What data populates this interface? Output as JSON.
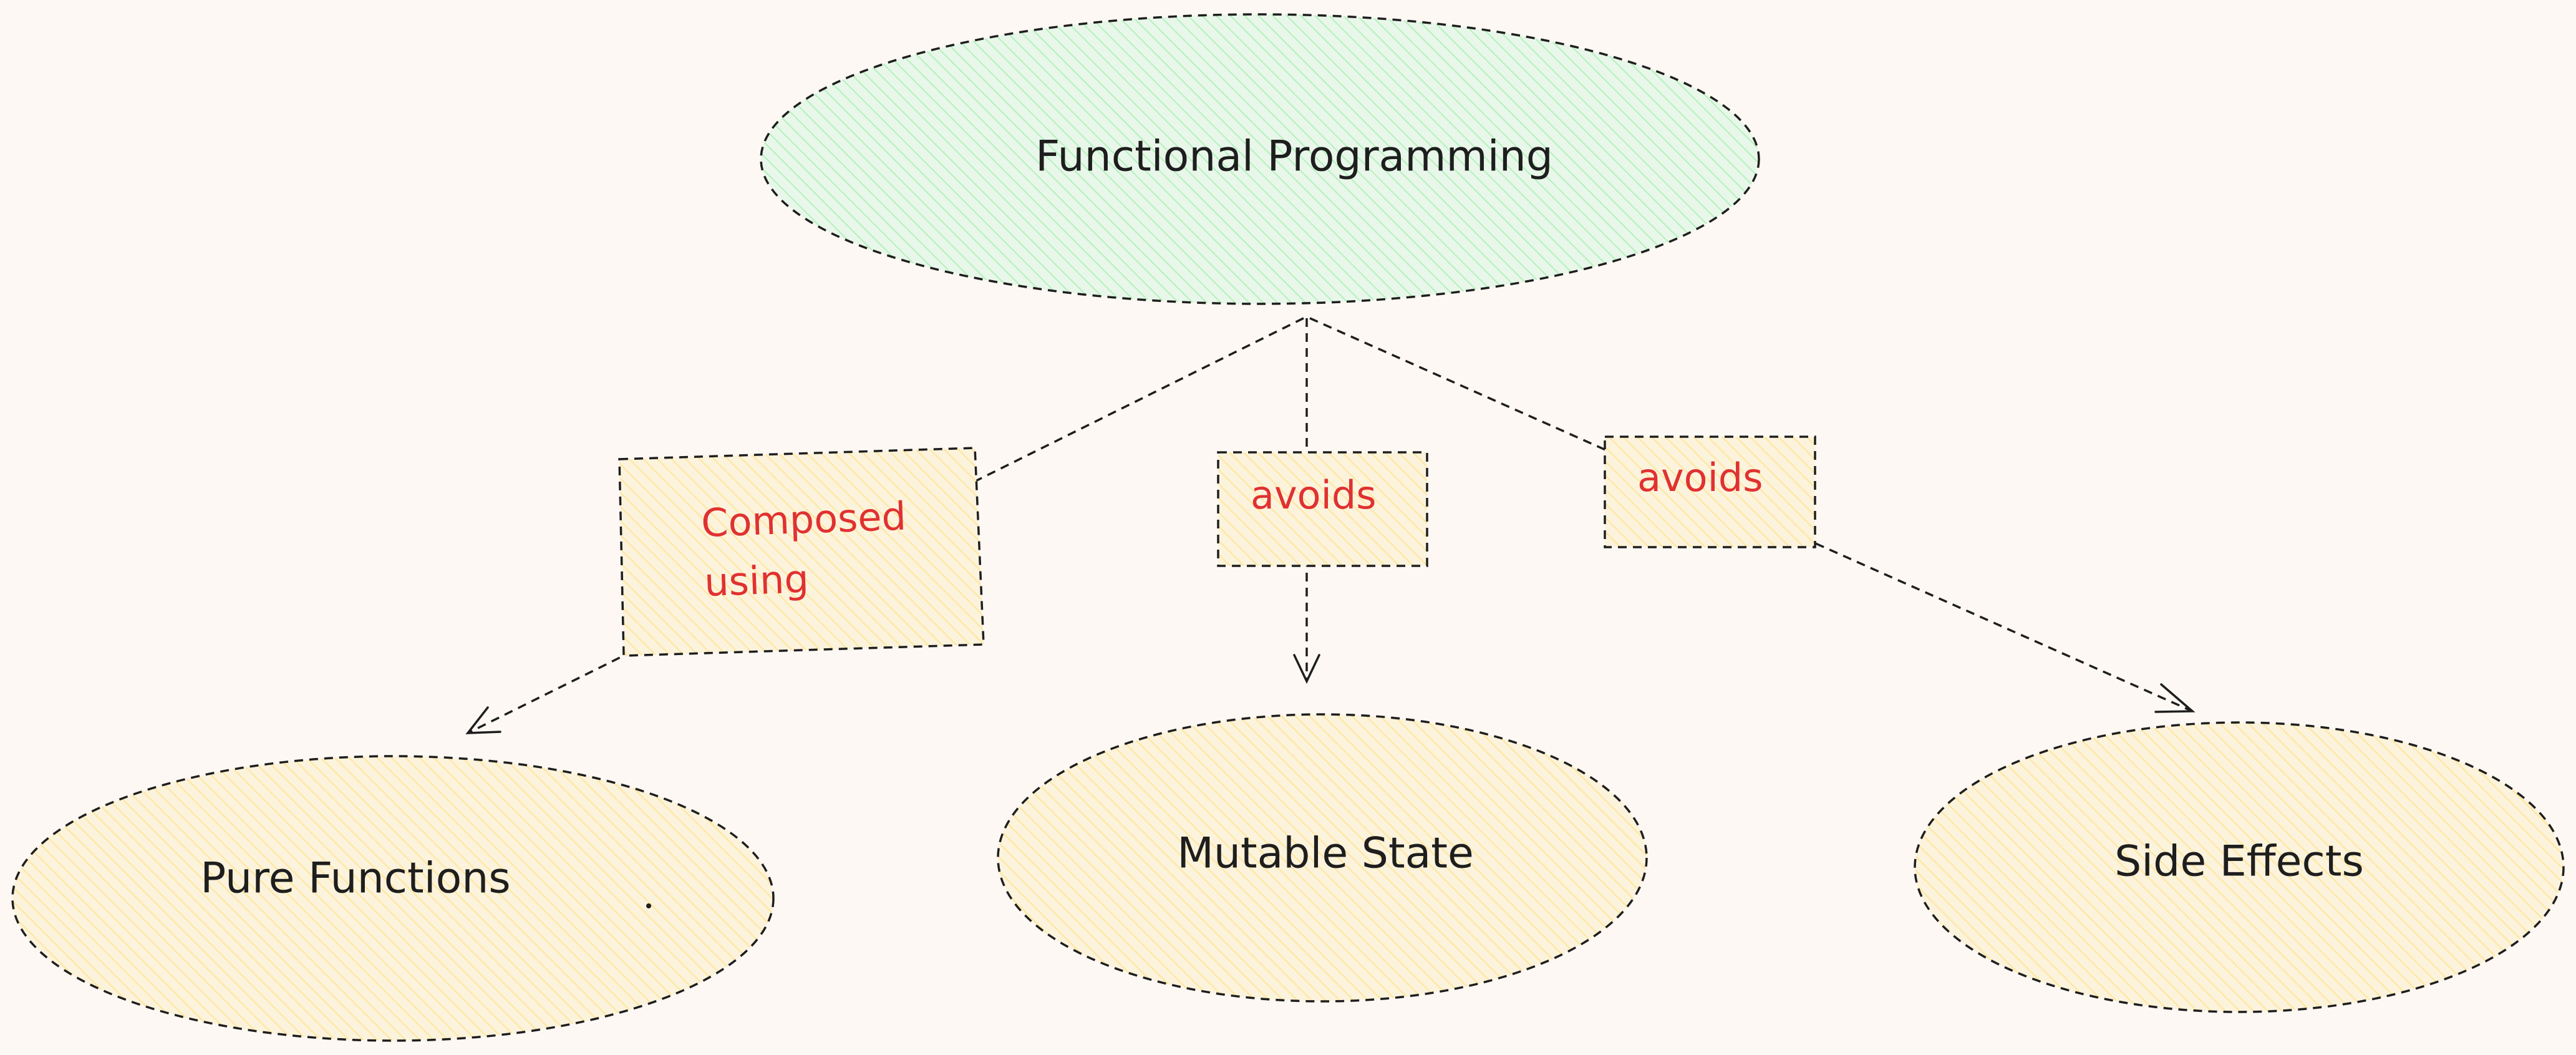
{
  "diagram": {
    "nodes": {
      "root": {
        "label": "Functional Programming",
        "fill": "#b2f2bb"
      },
      "pure": {
        "label": "Pure Functions",
        "fill": "#ffec99"
      },
      "mutable": {
        "label": "Mutable State",
        "fill": "#ffec99"
      },
      "side": {
        "label": "Side Effects",
        "fill": "#ffec99"
      }
    },
    "edges": {
      "composed": {
        "label_line1": "Composed",
        "label_line2": "using",
        "fill": "#ffec99"
      },
      "avoids_state": {
        "label": "avoids",
        "fill": "#ffec99"
      },
      "avoids_effects": {
        "label": "avoids",
        "fill": "#ffec99"
      }
    },
    "colors": {
      "background": "#fdf8f3",
      "stroke": "#1e1e1e",
      "edge_label": "#e03131"
    }
  }
}
